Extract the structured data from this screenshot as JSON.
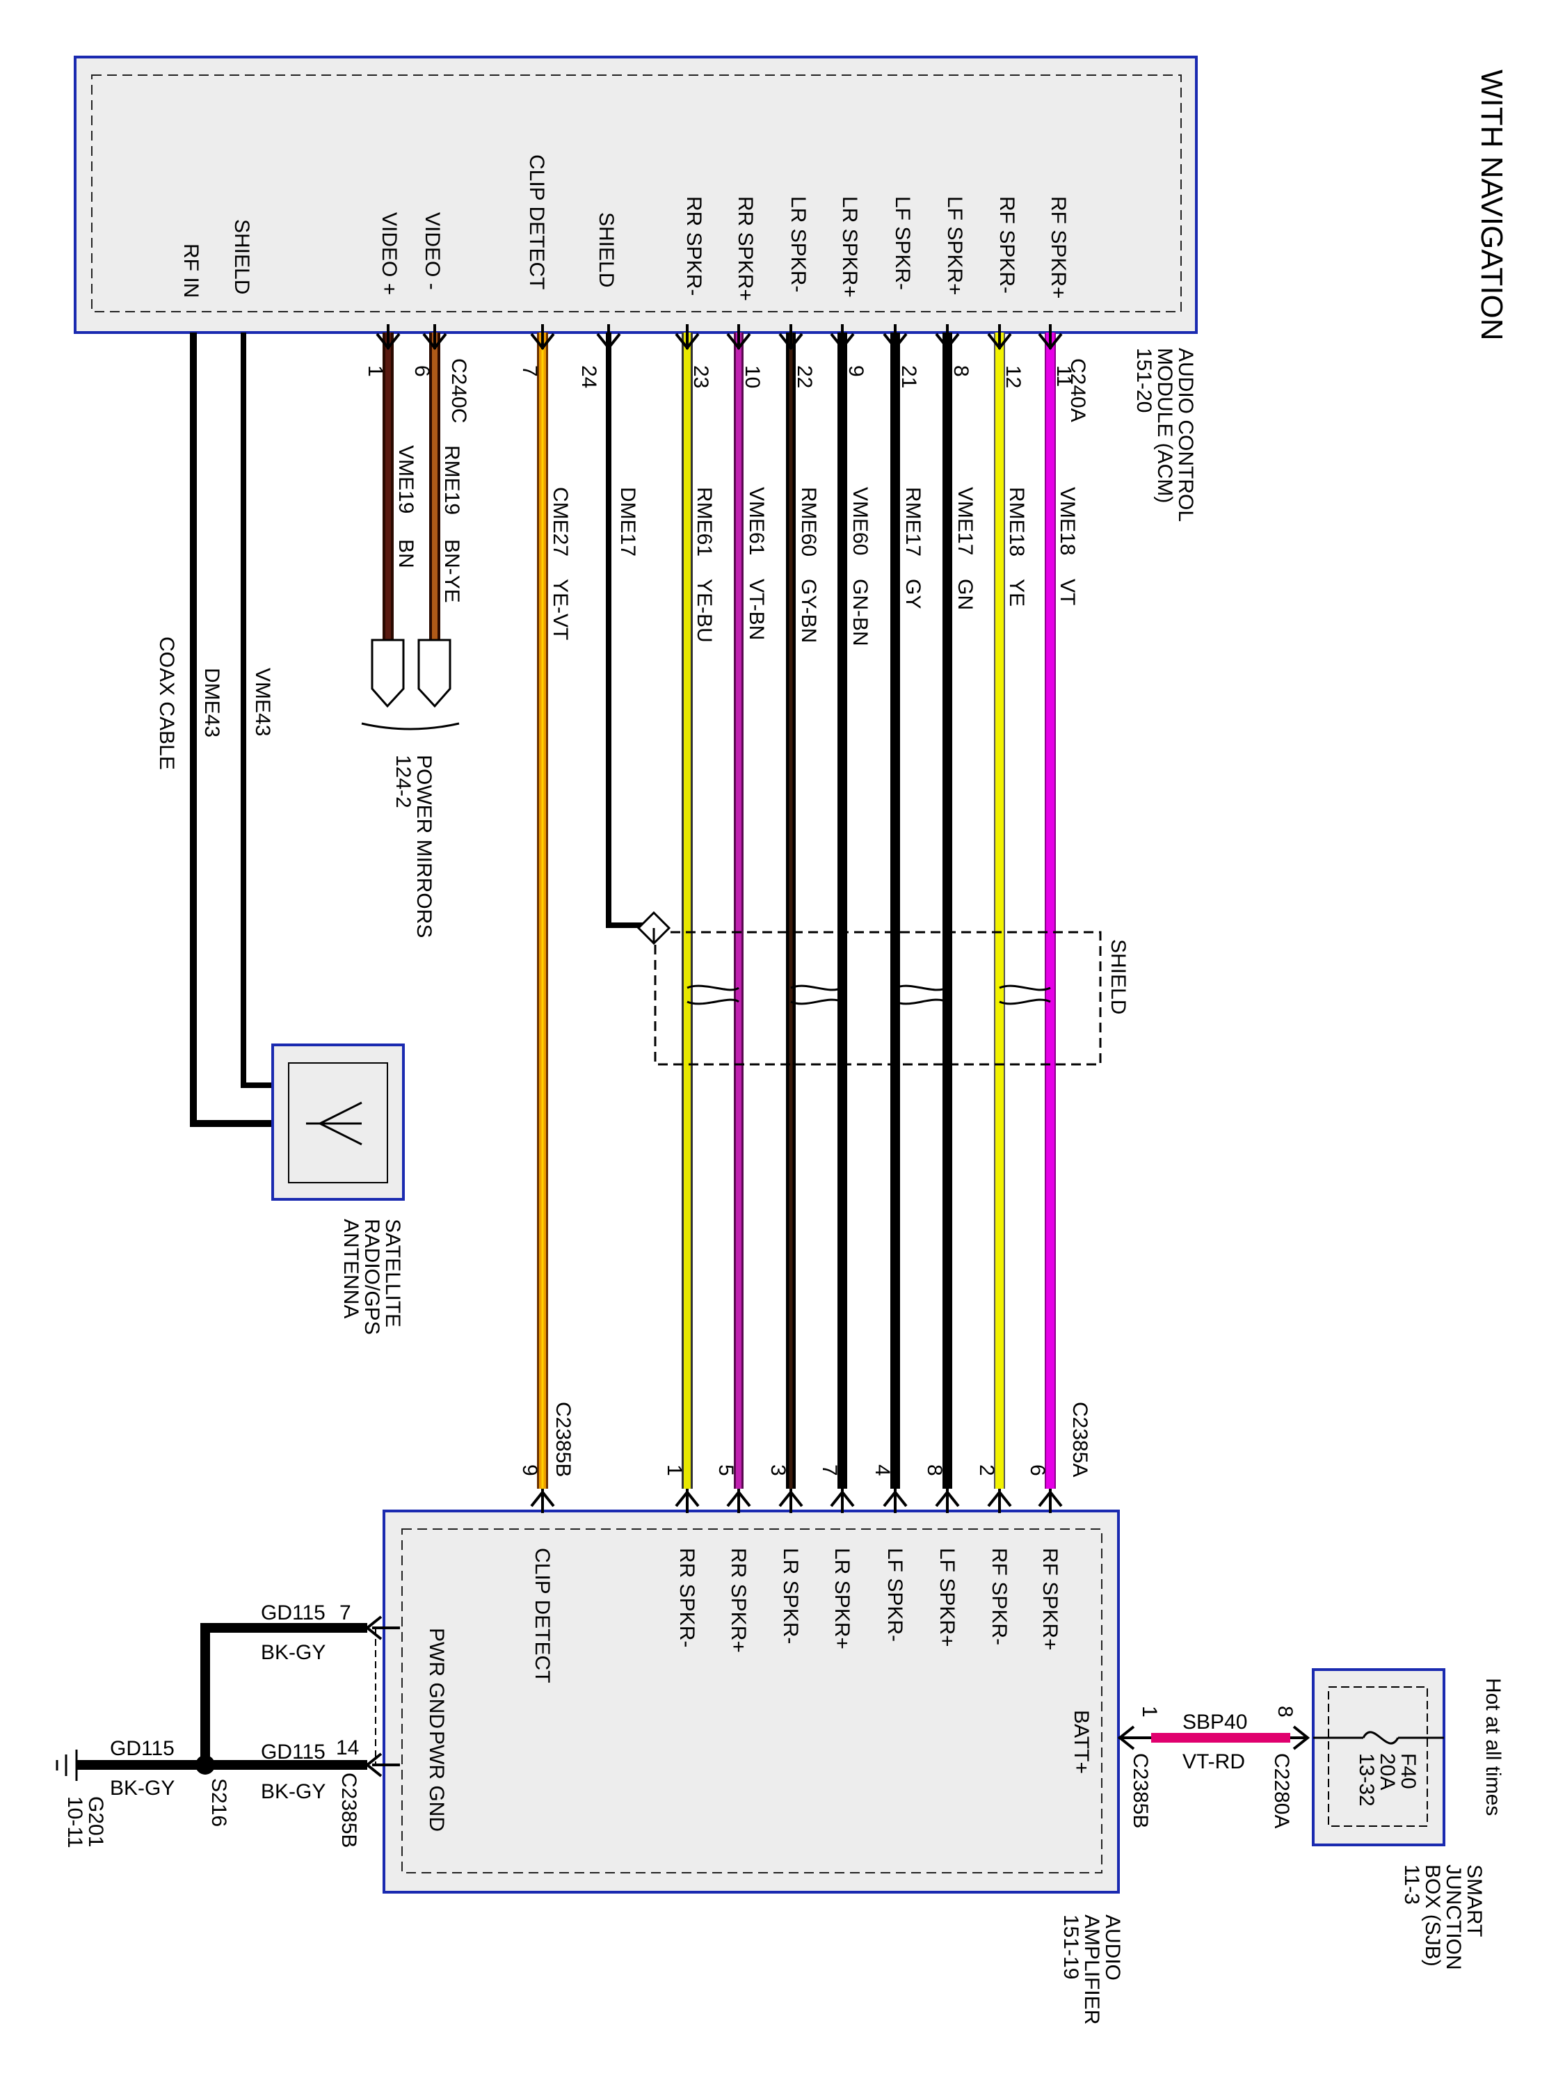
{
  "title": "WITH NAVIGATION",
  "acm": {
    "name_lines": [
      "AUDIO CONTROL",
      "MODULE (ACM)",
      "151-20"
    ],
    "connector_a": "C240A",
    "connector_c": "C240C",
    "signals": [
      "RF SPKR+",
      "RF SPKR-",
      "LF SPKR+",
      "LF SPKR-",
      "LR SPKR+",
      "LR SPKR-",
      "RR SPKR+",
      "RR SPKR-",
      "SHIELD",
      "CLIP DETECT",
      "VIDEO -",
      "VIDEO +",
      "SHIELD",
      "RF IN"
    ]
  },
  "amp": {
    "name_lines": [
      "AUDIO",
      "AMPLIFIER",
      "151-19"
    ],
    "connector_a": "C2385A",
    "connector_b": "C2385B",
    "signals": [
      "RF SPKR+",
      "RF SPKR-",
      "LF SPKR+",
      "LF SPKR-",
      "LR SPKR+",
      "LR SPKR-",
      "RR SPKR+",
      "RR SPKR-",
      "CLIP DETECT",
      "BATT+",
      "PWR GND",
      "PWR GND"
    ]
  },
  "wires": [
    {
      "circuit": "VME18",
      "color": "VT",
      "acm_pin": "11",
      "amp_pin": "6",
      "hex": "#e600e6"
    },
    {
      "circuit": "RME18",
      "color": "YE",
      "acm_pin": "12",
      "amp_pin": "2",
      "hex": "#f2f200"
    },
    {
      "circuit": "VME17",
      "color": "GN",
      "acm_pin": "8",
      "amp_pin": "8",
      "hex": "#000000"
    },
    {
      "circuit": "RME17",
      "color": "GY",
      "acm_pin": "21",
      "amp_pin": "4",
      "hex": "#000000"
    },
    {
      "circuit": "VME60",
      "color": "GN-BN",
      "acm_pin": "9",
      "amp_pin": "7",
      "hex": "#000000"
    },
    {
      "circuit": "RME60",
      "color": "GY-BN",
      "acm_pin": "22",
      "amp_pin": "3",
      "hex": "#1a0a05"
    },
    {
      "circuit": "VME61",
      "color": "VT-BN",
      "acm_pin": "10",
      "amp_pin": "5",
      "hex": "#9a1a8a"
    },
    {
      "circuit": "RME61",
      "color": "YE-BU",
      "acm_pin": "23",
      "amp_pin": "1",
      "hex": "#d8d800"
    },
    {
      "circuit": "DME17",
      "color": "",
      "acm_pin": "24",
      "amp_pin": "",
      "hex": "#000000"
    },
    {
      "circuit": "CME27",
      "color": "YE-VT",
      "acm_pin": "7",
      "amp_pin": "9",
      "hex": "#f0a000"
    },
    {
      "circuit": "RME19",
      "color": "BN-YE",
      "acm_pin": "6",
      "amp_pin": "",
      "hex": "#7a3a10"
    },
    {
      "circuit": "VME19",
      "color": "BN",
      "acm_pin": "1",
      "amp_pin": "",
      "hex": "#4a1008"
    }
  ],
  "shield_label": "SHIELD",
  "power_mirrors": [
    "POWER MIRRORS",
    "124-2"
  ],
  "antenna": {
    "name_lines": [
      "SATELLITE",
      "RADIO/GPS",
      "ANTENNA"
    ],
    "wire1": "VME43",
    "wire2": "DME43",
    "wire3": "COAX CABLE"
  },
  "power": {
    "hot_label": "Hot at all times",
    "fuse_lines": [
      "F40",
      "20A",
      "13-32"
    ],
    "sjb_lines": [
      "SMART",
      "JUNCTION",
      "BOX (SJB)",
      "11-3"
    ],
    "connector": "C2280A",
    "connector_pin": "8",
    "circuit": "SBP40",
    "color": "VT-RD",
    "amp_connector": "C2385B",
    "amp_pin": "1"
  },
  "ground": {
    "circuit": "GD115",
    "color": "BK-GY",
    "pin_7": "7",
    "pin_14": "14",
    "connector": "C2385B",
    "splice": "S216",
    "ground_point": "G201",
    "ground_ref": "10-11"
  }
}
